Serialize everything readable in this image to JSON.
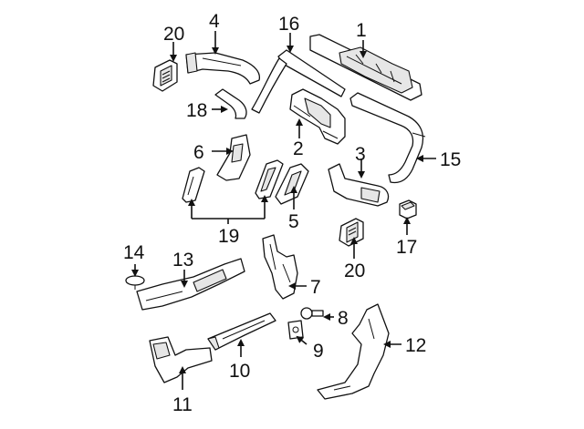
{
  "callouts": [
    {
      "id": "1",
      "label": "1"
    },
    {
      "id": "2",
      "label": "2"
    },
    {
      "id": "3",
      "label": "3"
    },
    {
      "id": "4",
      "label": "4"
    },
    {
      "id": "5",
      "label": "5"
    },
    {
      "id": "6",
      "label": "6"
    },
    {
      "id": "7",
      "label": "7"
    },
    {
      "id": "8",
      "label": "8"
    },
    {
      "id": "9",
      "label": "9"
    },
    {
      "id": "10",
      "label": "10"
    },
    {
      "id": "11",
      "label": "11"
    },
    {
      "id": "12",
      "label": "12"
    },
    {
      "id": "13",
      "label": "13"
    },
    {
      "id": "14",
      "label": "14"
    },
    {
      "id": "15",
      "label": "15"
    },
    {
      "id": "16",
      "label": "16"
    },
    {
      "id": "17",
      "label": "17"
    },
    {
      "id": "18",
      "label": "18"
    },
    {
      "id": "19",
      "label": "19"
    },
    {
      "id": "20a",
      "label": "20"
    },
    {
      "id": "20b",
      "label": "20"
    }
  ]
}
